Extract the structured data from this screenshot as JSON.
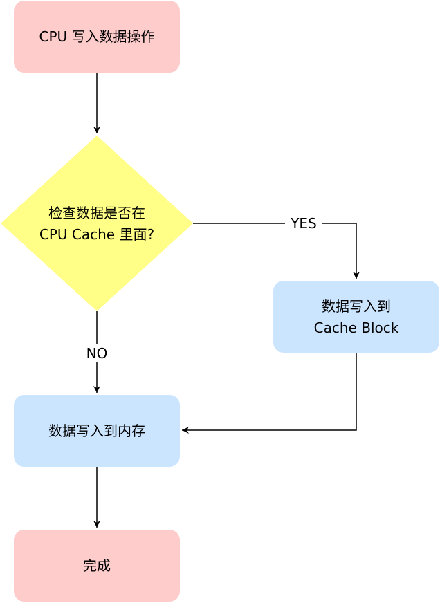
{
  "nodes": {
    "start": {
      "text": "CPU 写入数据操作"
    },
    "decision": {
      "line1": "检查数据是否在",
      "line2": "CPU Cache 里面?"
    },
    "write_block": {
      "line1": "数据写入到",
      "line2": "Cache Block"
    },
    "write_memory": {
      "text": "数据写入到内存"
    },
    "end": {
      "text": "完成"
    }
  },
  "edges": {
    "yes_label": "YES",
    "no_label": "NO"
  },
  "colors": {
    "terminal_fill": "#ffcccc",
    "process_fill": "#cce5ff",
    "decision_fill": "#ffff88"
  }
}
